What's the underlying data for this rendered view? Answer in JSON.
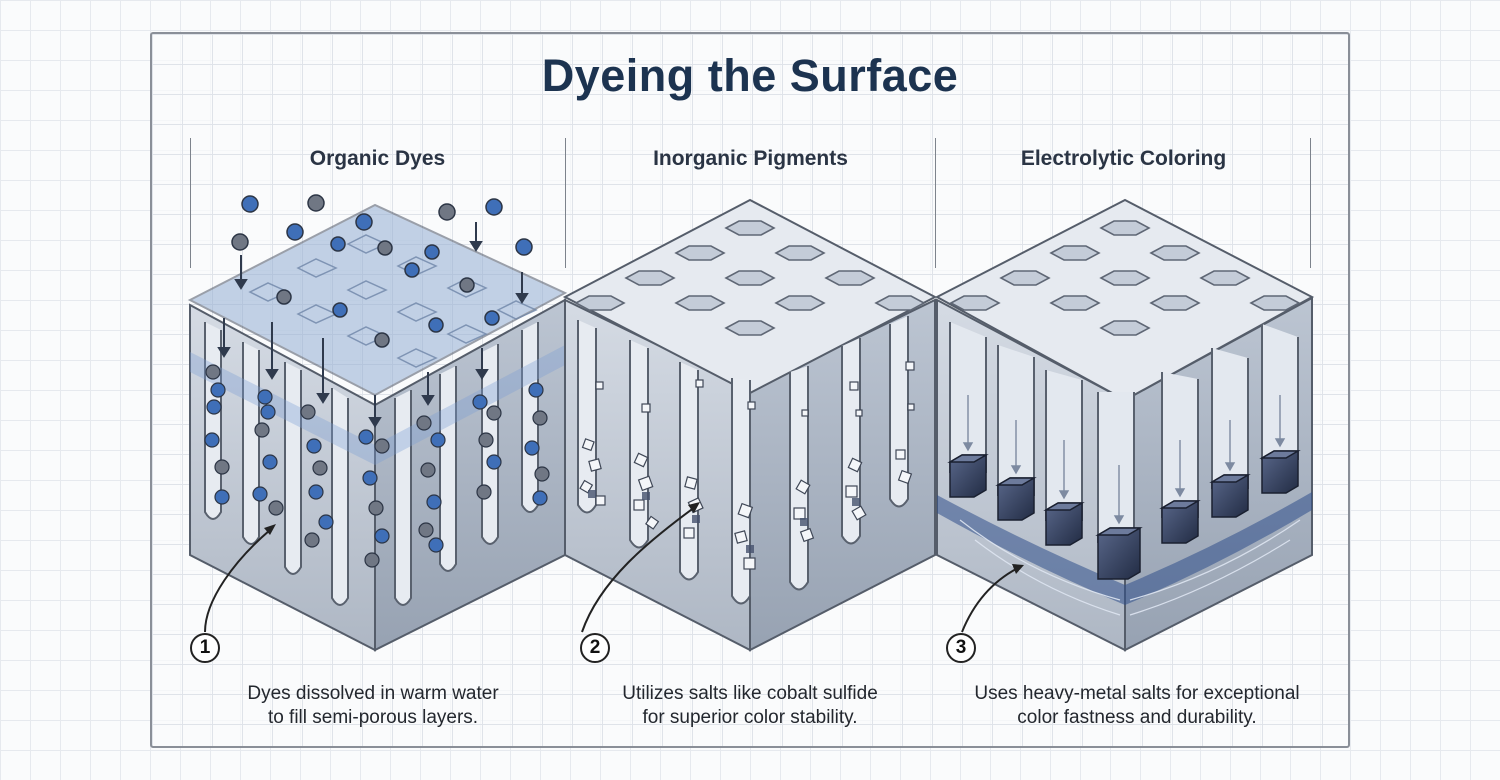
{
  "title": "Dyeing the Surface",
  "panels": [
    {
      "heading": "Organic Dyes",
      "number": "1",
      "caption": "Dyes dissolved in warm water\nto fill semi-porous layers."
    },
    {
      "heading": "Inorganic Pigments",
      "number": "2",
      "caption": "Utilizes salts like cobalt sulfide\nfor superior color stability."
    },
    {
      "heading": "Electrolytic Coloring",
      "number": "3",
      "caption": "Uses heavy-metal salts for exceptional\ncolor fastness and durability."
    }
  ],
  "colors": {
    "title": "#1c3350",
    "aluminum": "#c9d1dc",
    "dye_blue": "#3f6fb8",
    "dye_gray": "#707784",
    "metal_deposit": "#3a4866"
  }
}
